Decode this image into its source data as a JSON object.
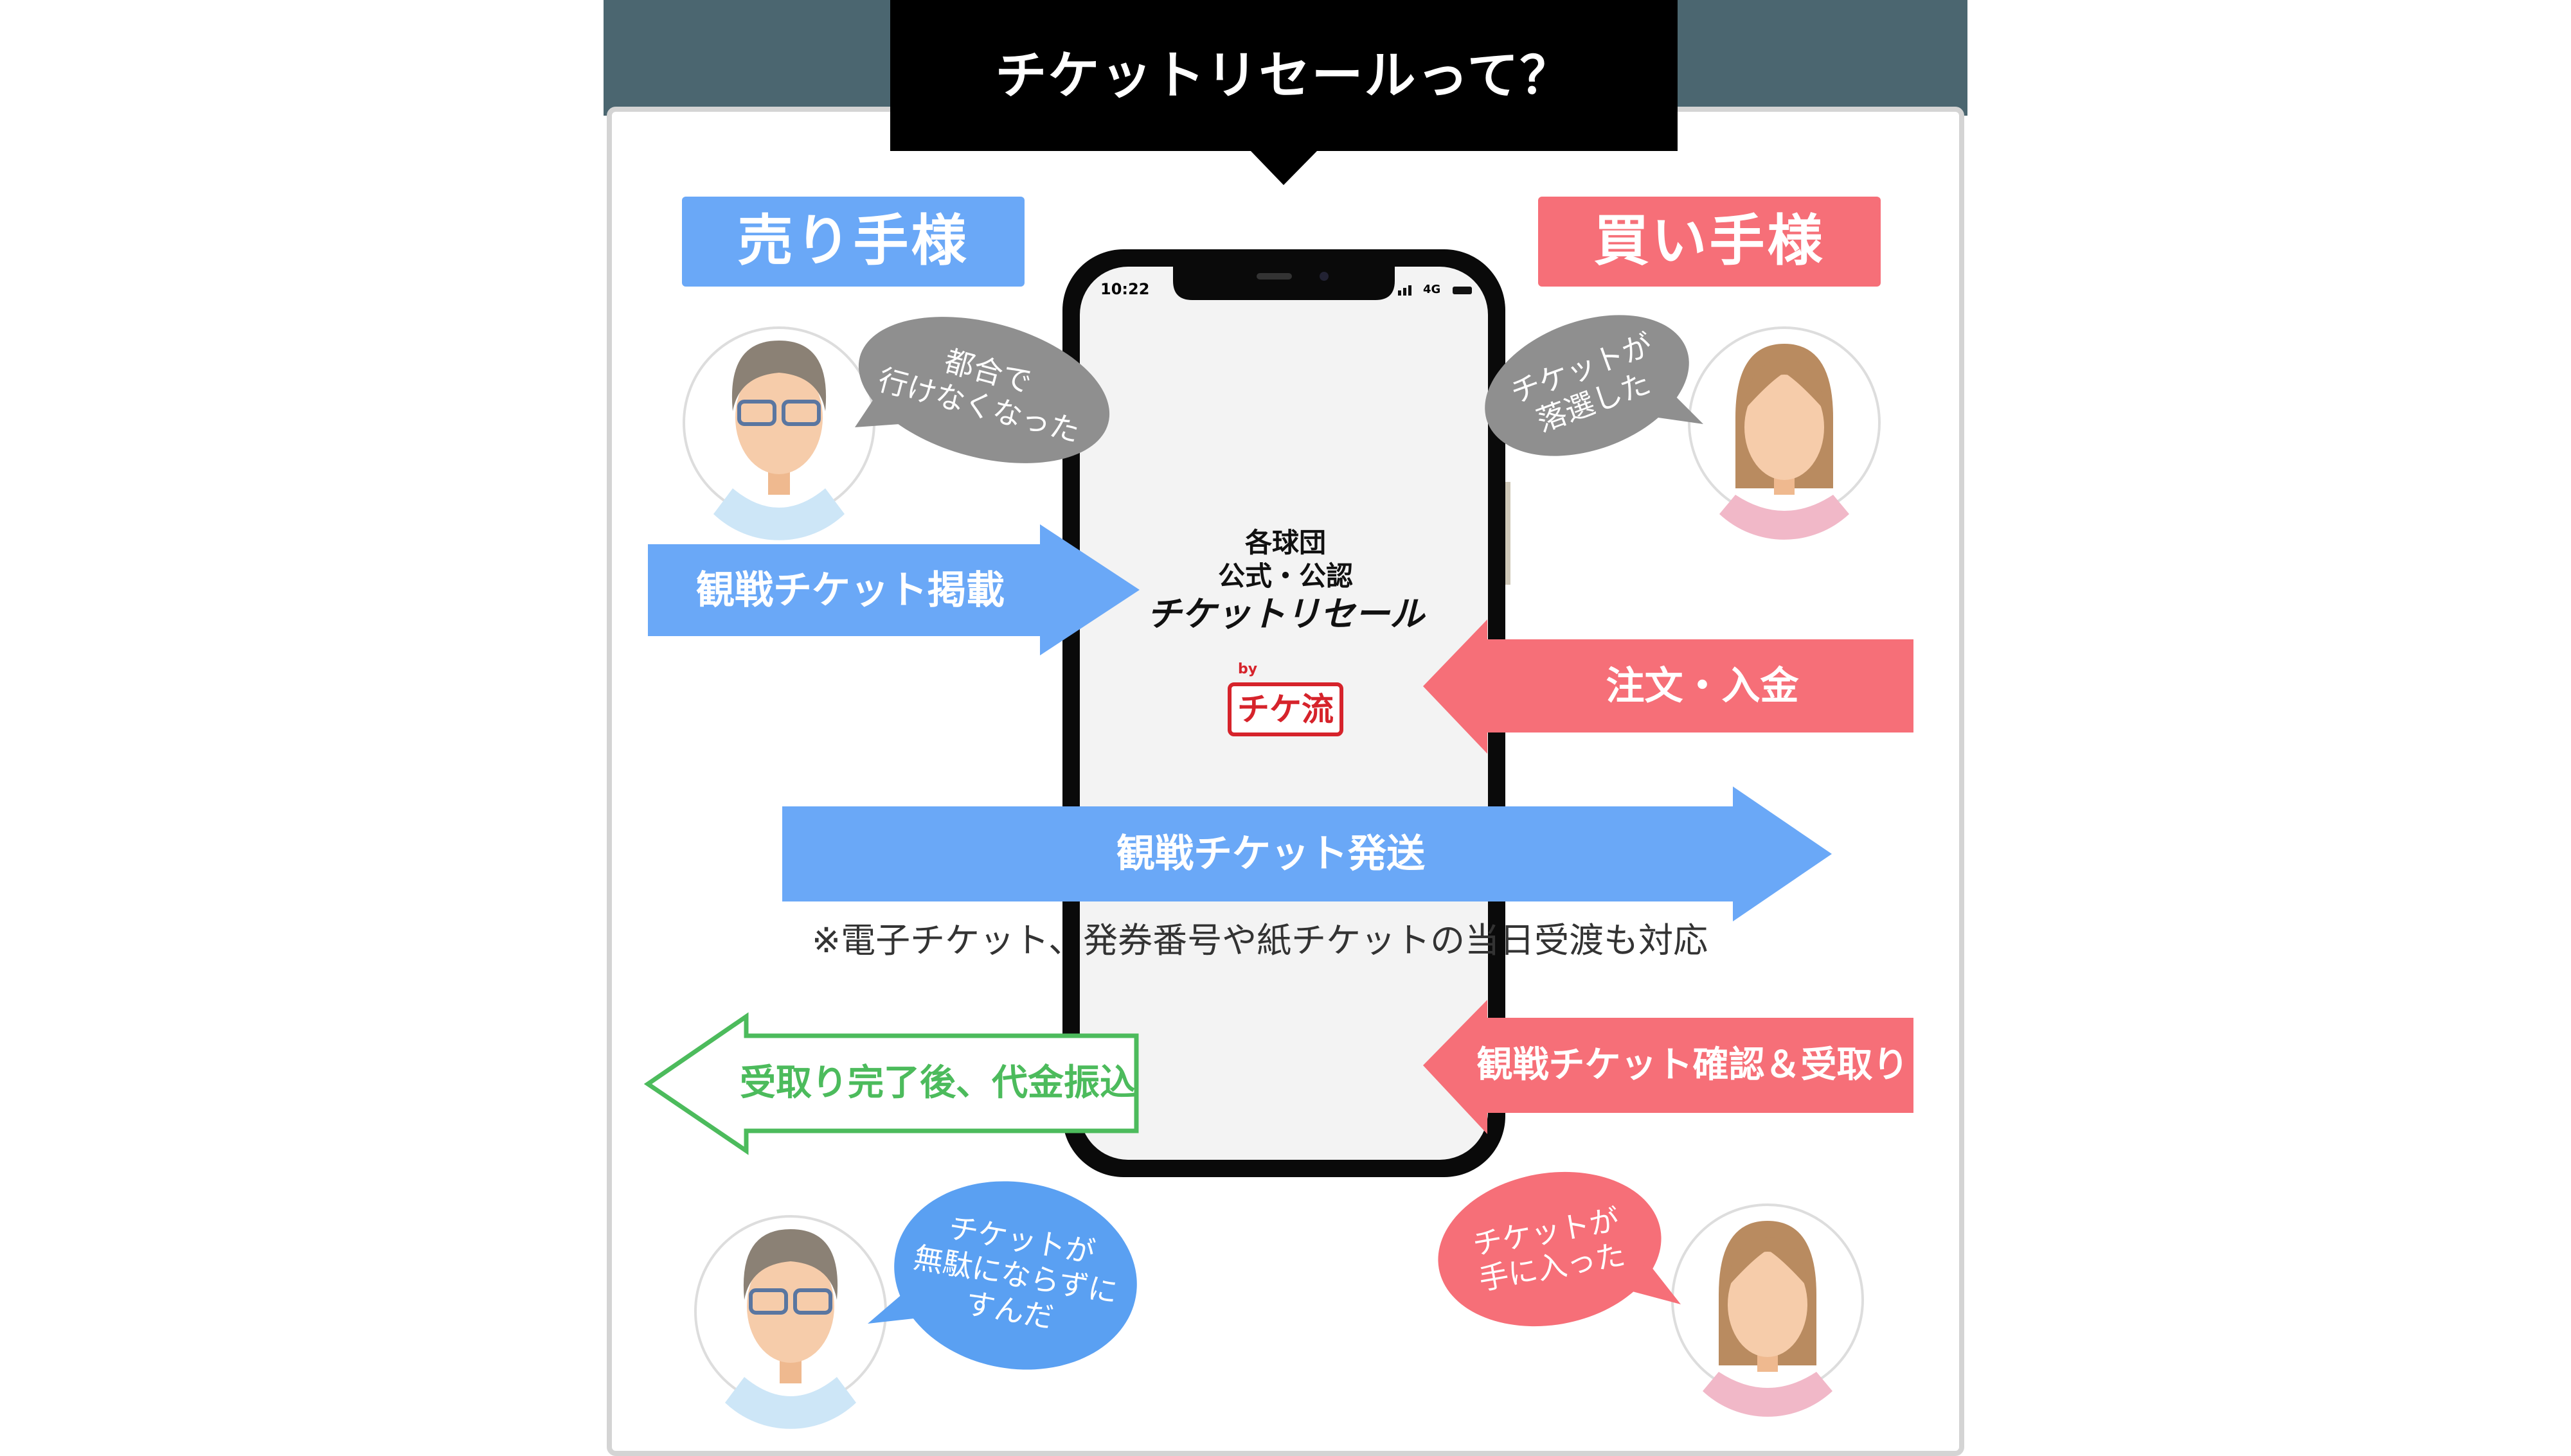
{
  "title": "チケットリセールって？",
  "seller_label": "売り手様",
  "buyer_label": "買い手様",
  "phone": {
    "time": "10:22",
    "network": "4G",
    "line1": "各球団",
    "line2": "公式・公認",
    "line3": "チケットリセール",
    "logo_by": "by",
    "logo_name": "チケ流"
  },
  "bubbles": {
    "seller_top": "都合で\n行けなくなった",
    "buyer_top": "チケットが\n落選した",
    "seller_bottom": "チケットが\n無駄にならずに\nすんだ",
    "buyer_bottom": "チケットが\n手に入った"
  },
  "arrows": {
    "list": "観戦チケット掲載",
    "order": "注文・入金",
    "ship": "観戦チケット発送",
    "confirm": "観戦チケット確認＆受取り",
    "payout": "受取り完了後、代金振込"
  },
  "note": "※電子チケット、発券番号や紙チケットの当日受渡も対応",
  "colors": {
    "blue": "#6aa8f7",
    "red": "#f66f78",
    "green": "#4cbb5c",
    "gray": "#8f8f8f",
    "band": "#4b6670"
  }
}
